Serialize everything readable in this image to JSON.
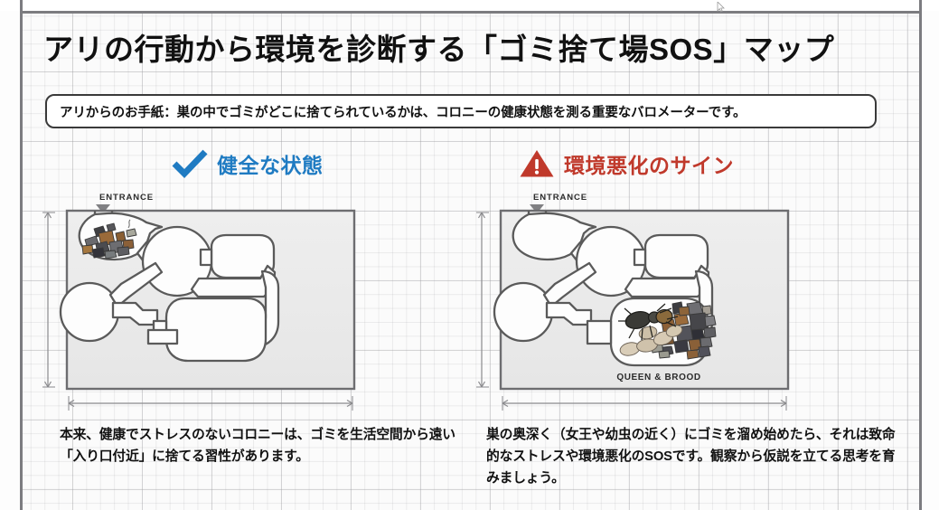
{
  "page": {
    "title": "アリの行動から環境を診断する「ゴミ捨て場SOS」マップ",
    "note": "アリからのお手紙：巣の中でゴミがどこに捨てられているかは、コロニーの健康状態を測る重要なバロメーターです。"
  },
  "colors": {
    "good_accent": "#1f7bc2",
    "bad_accent": "#c0392b",
    "text": "#111111",
    "nest_outline": "#5a5a5a",
    "frame": "#6d6d70",
    "paper_bg": "#fbfbfb",
    "grid_line": "#96969b"
  },
  "panels": [
    {
      "id": "healthy",
      "icon": "check-icon",
      "heading": "健全な状態",
      "accent": "#1f7bc2",
      "diagram": {
        "entrance_label": "ENTRANCE",
        "chamber_label": "",
        "trash_location": "entrance-chamber",
        "trash_item_count": 13,
        "has_queen": false
      },
      "caption": "本来、健康でストレスのないコロニーは、ゴミを生活空間から遠い「入り口付近」に捨てる習性があります。"
    },
    {
      "id": "degraded",
      "icon": "warning-icon",
      "heading": "環境悪化のサイン",
      "accent": "#c0392b",
      "diagram": {
        "entrance_label": "ENTRANCE",
        "chamber_label": "QUEEN & BROOD",
        "trash_location": "queen-brood-chamber",
        "trash_item_count": 20,
        "has_queen": true,
        "brood_count": 5
      },
      "caption": "巣の奥深く（女王や幼虫の近く）にゴミを溜め始めたら、それは致命的なストレスや環境悪化のSOSです。観察から仮説を立てる思考を育みましょう。"
    }
  ]
}
